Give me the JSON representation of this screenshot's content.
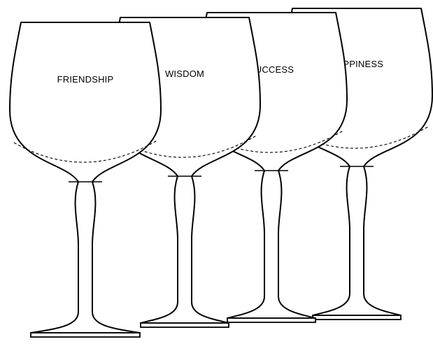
{
  "figure": {
    "glasses": [
      {
        "label": "HAPPINESS",
        "cx": 0
      },
      {
        "label": "SUCCESS",
        "cx": 0
      },
      {
        "label": "WISDOM",
        "cx": 0
      },
      {
        "label": "FRIENDSHIP",
        "cx": 0
      }
    ],
    "colors": {
      "stroke": "#000000",
      "fill": "#ffffff"
    }
  }
}
